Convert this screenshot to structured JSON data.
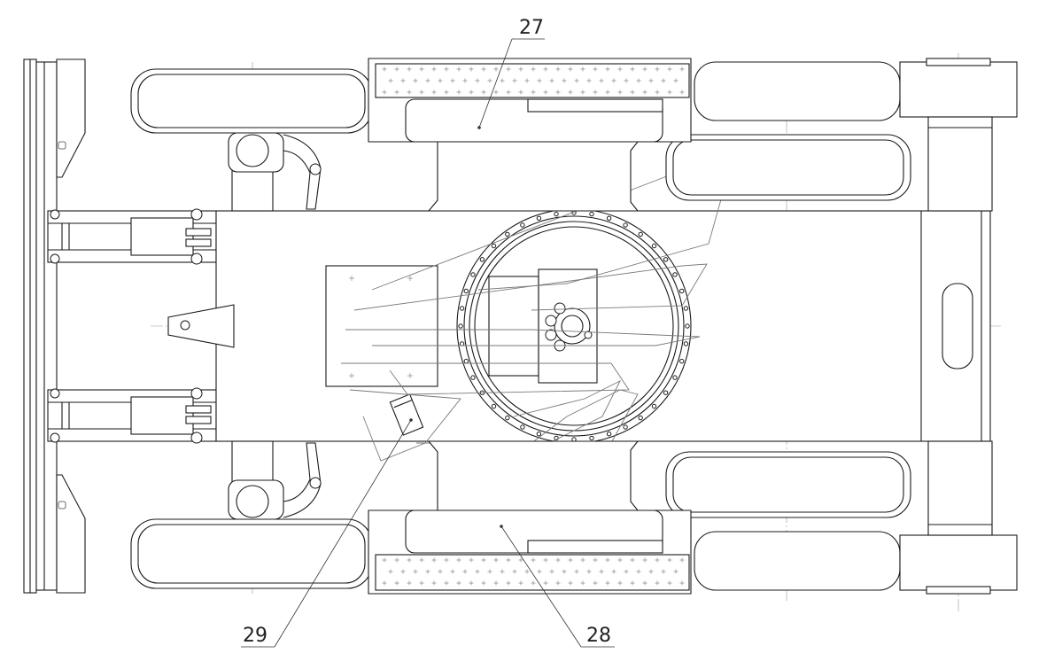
{
  "drawing": {
    "callouts": [
      {
        "id": "callout-27",
        "label": "27"
      },
      {
        "id": "callout-28",
        "label": "28"
      },
      {
        "id": "callout-29",
        "label": "29"
      }
    ]
  }
}
